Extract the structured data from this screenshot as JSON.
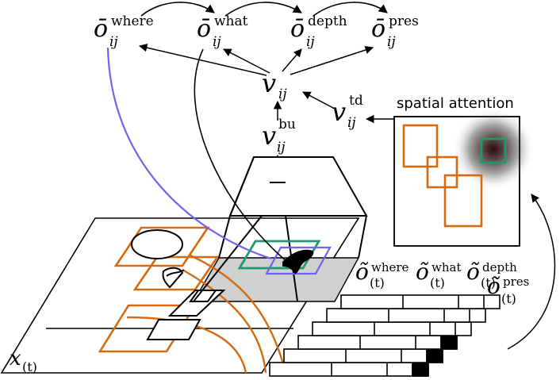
{
  "nodes": {
    "where": {
      "base": "ō",
      "sub": "ij",
      "sup": "where"
    },
    "what": {
      "base": "ō",
      "sub": "ij",
      "sup": "what"
    },
    "depth": {
      "base": "ō",
      "sub": "ij",
      "sup": "depth"
    },
    "pres": {
      "base": "ō",
      "sub": "ij",
      "sup": "pres"
    },
    "v": {
      "base": "v",
      "sub": "ij"
    },
    "vtd": {
      "base": "v",
      "sub": "ij",
      "sup": "td"
    },
    "vbu": {
      "base": "v",
      "sub": "ij",
      "sup": "bu"
    }
  },
  "attention": {
    "title": "spatial attention"
  },
  "latents": {
    "where": {
      "base": "õ",
      "sub": "(t)",
      "sup": "where"
    },
    "what": {
      "base": "õ",
      "sub": "(t)",
      "sup": "what"
    },
    "depth": {
      "base": "õ",
      "sub": "(t)",
      "sup": "depth"
    },
    "pres": {
      "base": "õ",
      "sub": "(t)",
      "sup": "pres"
    }
  },
  "image": {
    "base": "x",
    "sub": "(t)"
  },
  "colors": {
    "orange": "#d66a10",
    "green": "#1f9a6c",
    "blue": "#6f63f2",
    "gray": "#d0d0d0",
    "black": "#000000"
  }
}
